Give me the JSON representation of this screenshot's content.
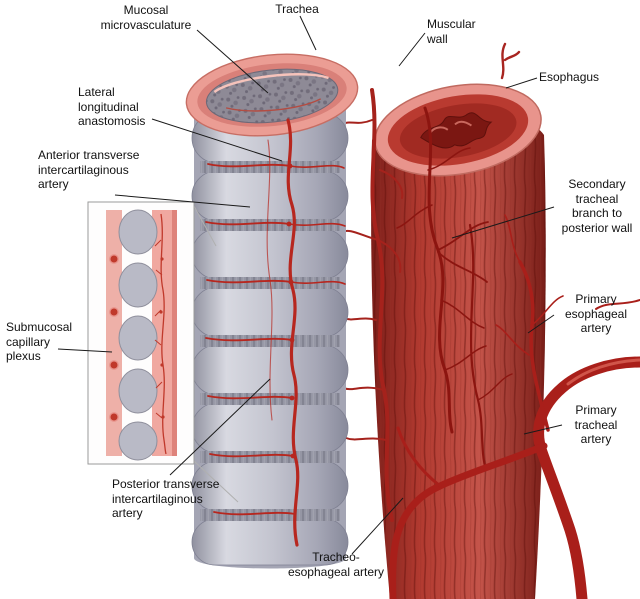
{
  "figure": {
    "type": "anatomical-diagram",
    "subject": "Blood supply of the trachea and esophagus",
    "labels": {
      "trachea": "Trachea",
      "mucosal_microvasculature": "Mucosal microvasculature",
      "muscular_wall": "Muscular wall",
      "esophagus": "Esophagus",
      "lateral_longitudinal_anastomosis": "Lateral longitudinal anastomosis",
      "anterior_transverse_intercartilaginous_artery": "Anterior transverse intercartilaginous artery",
      "secondary_tracheal_branch": "Secondary tracheal branch to posterior wall",
      "submucosal_capillary_plexus": "Submucosal capillary plexus",
      "primary_esophageal_artery": "Primary esophageal artery",
      "primary_tracheal_artery": "Primary tracheal artery",
      "posterior_transverse_intercartilaginous_artery": "Posterior transverse intercartilaginous artery",
      "tracheo_esophageal_artery": "Tracheo-esophageal artery"
    },
    "colors": {
      "background": "#ffffff",
      "artery_red": "#b7271f",
      "esophagus_muscle_red": "#b23a30",
      "cartilage_gray": "#c3c4cf",
      "mucosa_pink": "#eb9d94",
      "leader_line": "#1a1a1a"
    }
  }
}
